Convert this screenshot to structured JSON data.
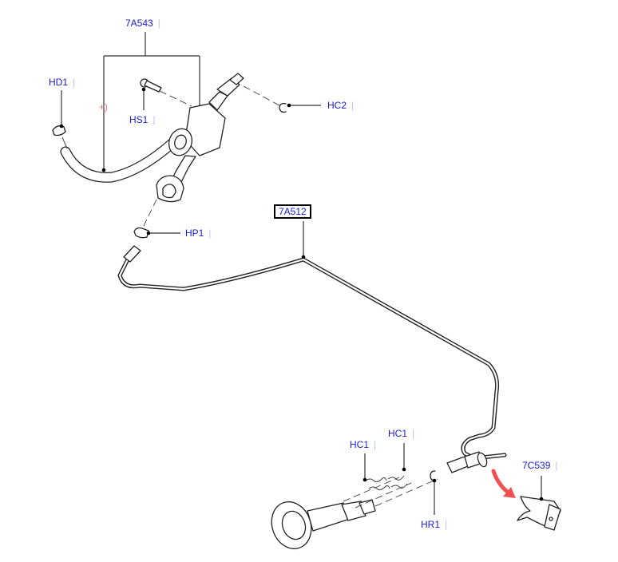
{
  "diagram": {
    "title": "Clutch hydraulic system parts diagram",
    "callouts": [
      {
        "id": "7A543",
        "label": "7A543",
        "part": "clutch master cylinder assembly",
        "boxed": false
      },
      {
        "id": "HD1",
        "label": "HD1",
        "part": "hose clip",
        "boxed": false
      },
      {
        "id": "HS1",
        "label": "HS1",
        "part": "bolt",
        "boxed": false
      },
      {
        "id": "HC2",
        "label": "HC2",
        "part": "retaining clip",
        "boxed": false
      },
      {
        "id": "7A512",
        "label": "7A512",
        "part": "clutch hydraulic pipe",
        "boxed": true
      },
      {
        "id": "HP1",
        "label": "HP1",
        "part": "pipe clip",
        "boxed": false
      },
      {
        "id": "HC1a",
        "label": "HC1",
        "part": "retaining clip",
        "boxed": false
      },
      {
        "id": "HC1b",
        "label": "HC1",
        "part": "retaining clip",
        "boxed": false
      },
      {
        "id": "HR1",
        "label": "HR1",
        "part": "retaining ring",
        "boxed": false
      },
      {
        "id": "7C539",
        "label": "7C539",
        "part": "bracket",
        "boxed": false
      }
    ],
    "separator": "|",
    "plus_marker": "+)",
    "colors": {
      "callout_text": "#1a1adf",
      "separator": "#b8c4ee",
      "plus_marker": "#f07070",
      "arrow": "#f05050",
      "line_art": "#222222",
      "background": "#ffffff"
    }
  }
}
